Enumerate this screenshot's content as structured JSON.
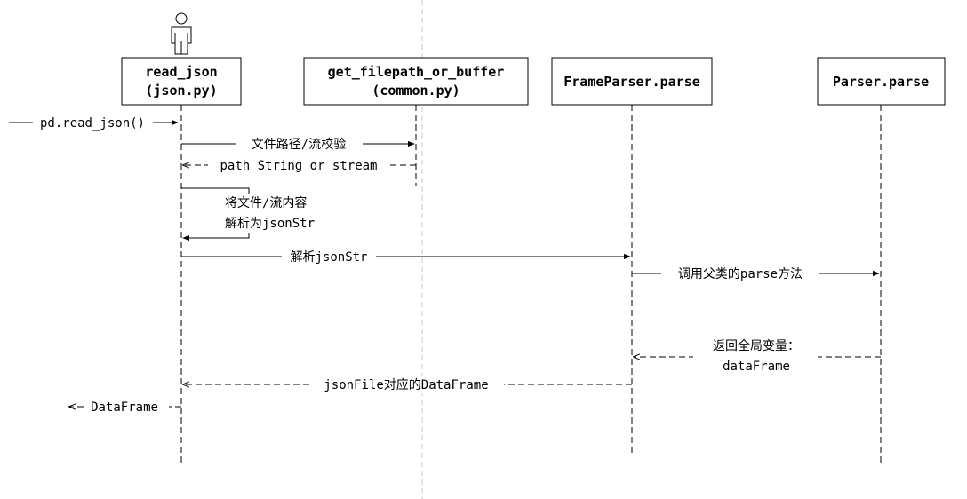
{
  "participants": [
    {
      "name": "read_json",
      "subtitle": "(json.py)",
      "icon": "actor-icon"
    },
    {
      "name": "get_filepath_or_buffer",
      "subtitle": "(common.py)"
    },
    {
      "name": "FrameParser.parse",
      "subtitle": ""
    },
    {
      "name": "Parser.parse",
      "subtitle": ""
    }
  ],
  "messages": {
    "entry_call": "pd.read_json()",
    "validate_path": "文件路径/流校验",
    "path_return": "path String or stream",
    "self_parse_line1": "将文件/流内容",
    "self_parse_line2": "解析为jsonStr",
    "parse_json": "解析jsonStr",
    "call_parent_parse": "调用父类的parse方法",
    "return_global_line1": "返回全局变量：",
    "return_global_line2": "dataFrame",
    "return_dataframe": "jsonFile对应的DataFrame",
    "exit_return": "DataFrame"
  }
}
